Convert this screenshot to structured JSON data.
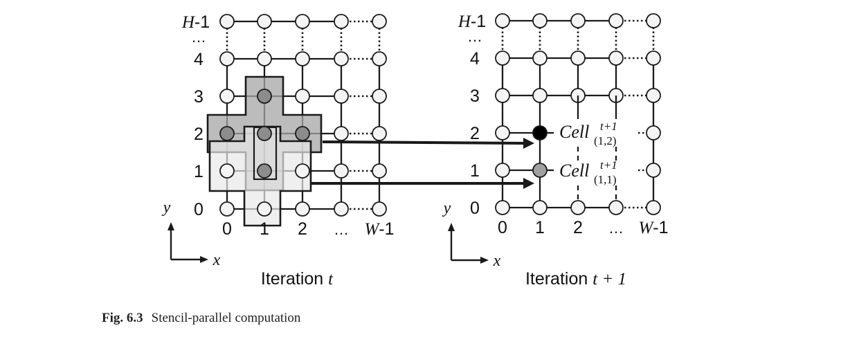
{
  "figure": {
    "left_panel": {
      "title_prefix": "Iteration",
      "title_var": "t",
      "row_labels": [
        "0",
        "1",
        "2",
        "3",
        "4",
        "…",
        "H-1"
      ],
      "col_labels": [
        "0",
        "1",
        "2",
        "…",
        "W-1"
      ],
      "axis_y": "y",
      "axis_x": "x"
    },
    "right_panel": {
      "title_prefix": "Iteration",
      "title_var": "t + 1",
      "row_labels": [
        "0",
        "1",
        "2",
        "3",
        "4",
        "…",
        "H-1"
      ],
      "col_labels": [
        "0",
        "1",
        "2",
        "…",
        "W-1"
      ],
      "axis_y": "y",
      "axis_x": "x",
      "cell_upper": {
        "base": "Cell",
        "sup": "t+1",
        "sub": "(1,2)"
      },
      "cell_lower": {
        "base": "Cell",
        "sup": "t+1",
        "sub": "(1,1)"
      }
    },
    "colors": {
      "line": "#1a1a1a",
      "node_fill": "#f4f4f4",
      "stencil_dark": "#a6a6a6",
      "stencil_light": "#e8e8e8",
      "node_dark": "#8c8c8c",
      "node_black": "#000000",
      "node_gray": "#a0a0a0"
    }
  },
  "caption": {
    "label": "Fig. 6.3",
    "text": "Stencil-parallel computation"
  }
}
